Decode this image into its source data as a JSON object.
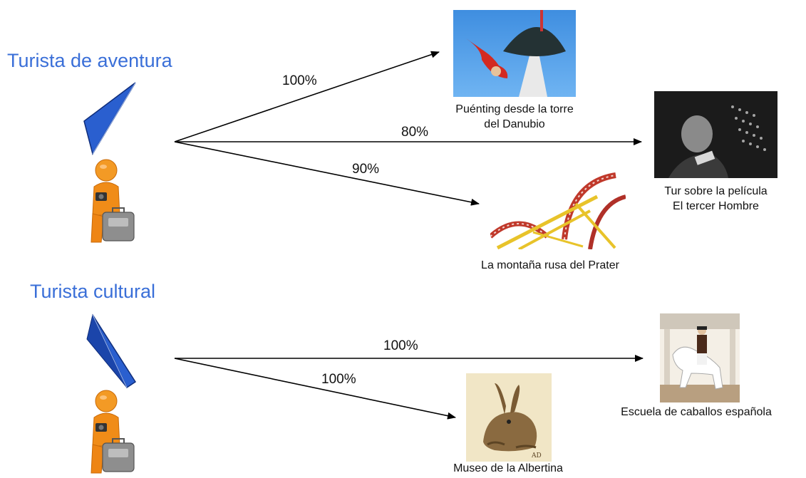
{
  "groups": [
    {
      "title": "Turista de aventura",
      "activities": [
        {
          "label": "100%",
          "caption_lines": [
            "Puénting desde la torre",
            "del Danubio"
          ]
        },
        {
          "label": "80%",
          "caption_lines": [
            "Tur sobre la película",
            "El tercer Hombre"
          ]
        },
        {
          "label": "90%",
          "caption_lines": [
            "La montaña rusa del Prater"
          ]
        }
      ]
    },
    {
      "title": "Turista cultural",
      "activities": [
        {
          "label": "100%",
          "caption_lines": [
            "Escuela de caballos española"
          ]
        },
        {
          "label": "100%",
          "caption_lines": [
            "Museo de la Albertina"
          ]
        }
      ]
    }
  ],
  "icons": {
    "figure": "orange-tourist-figure-icon",
    "crystal": "blue-crystal-icon"
  },
  "colors": {
    "heading": "#3a6fd8",
    "figure": "#f08c18",
    "crystal": "#2a5fcf",
    "arrow": "#000000"
  }
}
